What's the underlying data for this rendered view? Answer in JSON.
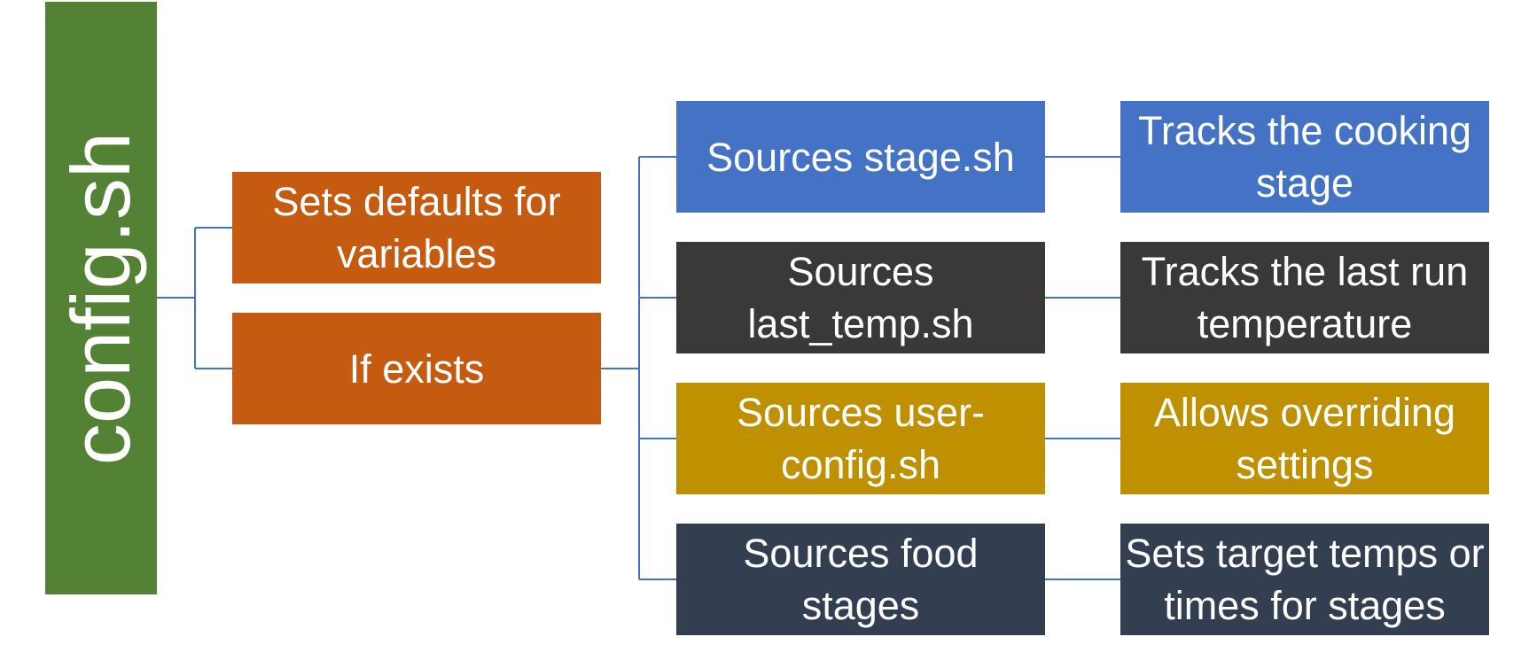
{
  "root": {
    "label": "config.sh",
    "color": "#548235"
  },
  "level1": [
    {
      "label": "Sets defaults for variables",
      "color": "#c55a11"
    },
    {
      "label": "If exists",
      "color": "#c55a11"
    }
  ],
  "level2": [
    {
      "label": "Sources stage.sh",
      "color": "#4472c4"
    },
    {
      "label": "Sources last_temp.sh",
      "color": "#3b3838"
    },
    {
      "label": "Sources user-config.sh",
      "color": "#bf9000"
    },
    {
      "label": "Sources food stages",
      "color": "#333f50"
    }
  ],
  "level3": [
    {
      "label": "Tracks the cooking stage",
      "color": "#4472c4"
    },
    {
      "label": "Tracks the last run temperature",
      "color": "#3b3838"
    },
    {
      "label": "Allows overriding settings",
      "color": "#bf9000"
    },
    {
      "label": "Sets target temps or times for stages",
      "color": "#333f50"
    }
  ],
  "connector_color": "#4472c4"
}
